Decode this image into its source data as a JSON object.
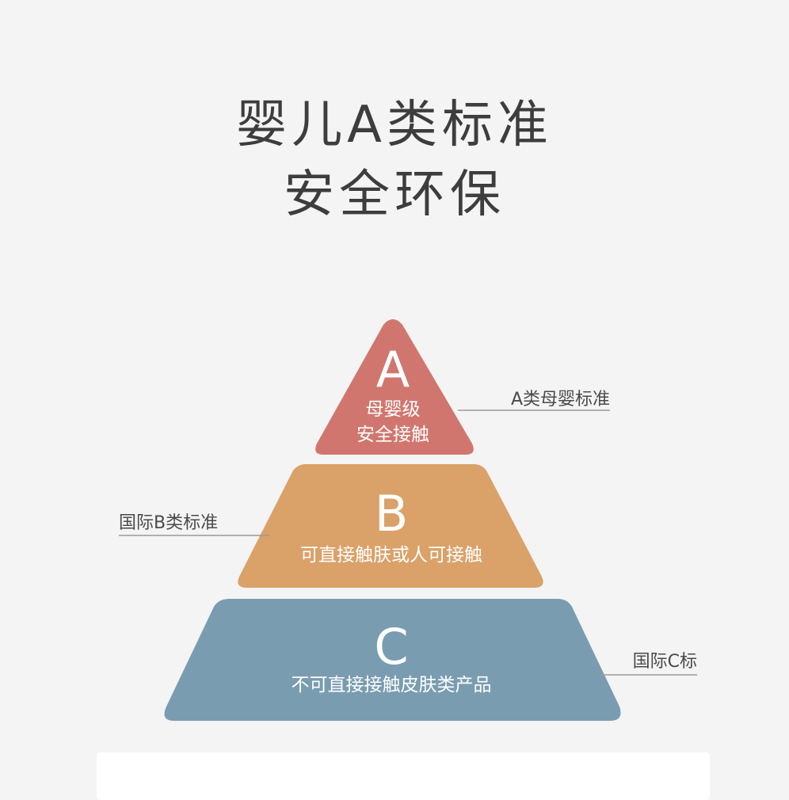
{
  "title": {
    "line1": "婴儿A类标准",
    "line2": "安全环保"
  },
  "pyramid": {
    "tier_a": {
      "letter": "A",
      "line1": "母婴级",
      "line2": "安全接触",
      "label": "A类母婴标准",
      "color": "#d1766e"
    },
    "tier_b": {
      "letter": "B",
      "line1": "可直接触肤或人可接触",
      "label": "国际B类标准",
      "color": "#daa168"
    },
    "tier_c": {
      "letter": "C",
      "line1": "不可直接接触皮肤类产品",
      "label": "国际C标",
      "color": "#7a9cb1"
    },
    "leader_color": "#9a9a9a"
  }
}
